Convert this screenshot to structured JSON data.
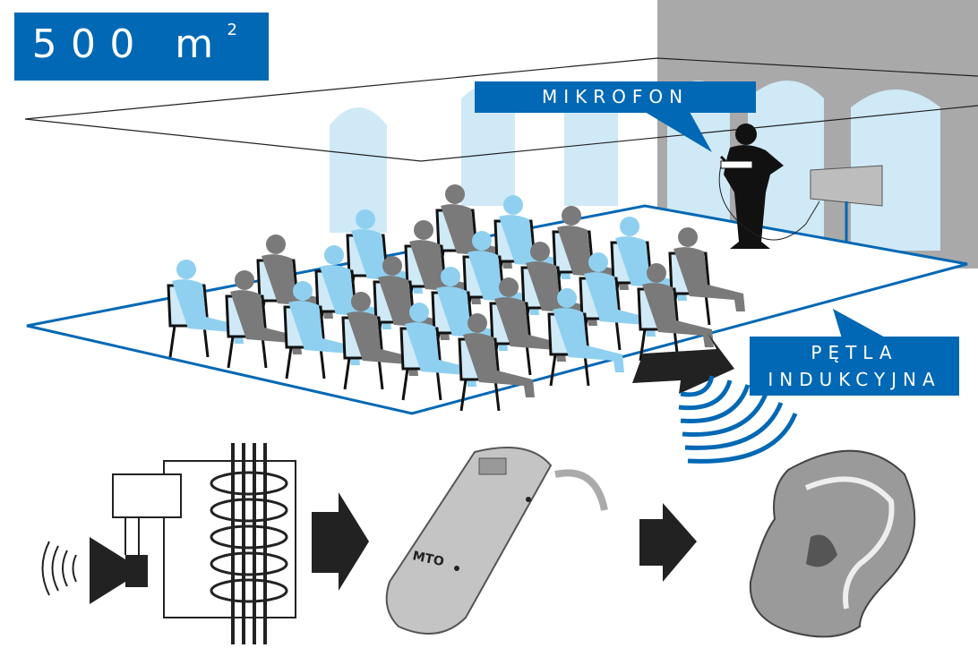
{
  "area_label": {
    "value": "500 m",
    "superscript": "2"
  },
  "microphone_label": "MIKROFON",
  "loop_label": {
    "line1": "PĘTLA",
    "line2": "INDUKCYJNA"
  },
  "hearing_aid_switch": "MTO",
  "colors": {
    "accent": "#0068b4",
    "light_blue": "#8fd0f0",
    "pale_blue": "#cfe9f7",
    "gray": "#7a7a7a",
    "building": "#a9a9a9"
  }
}
